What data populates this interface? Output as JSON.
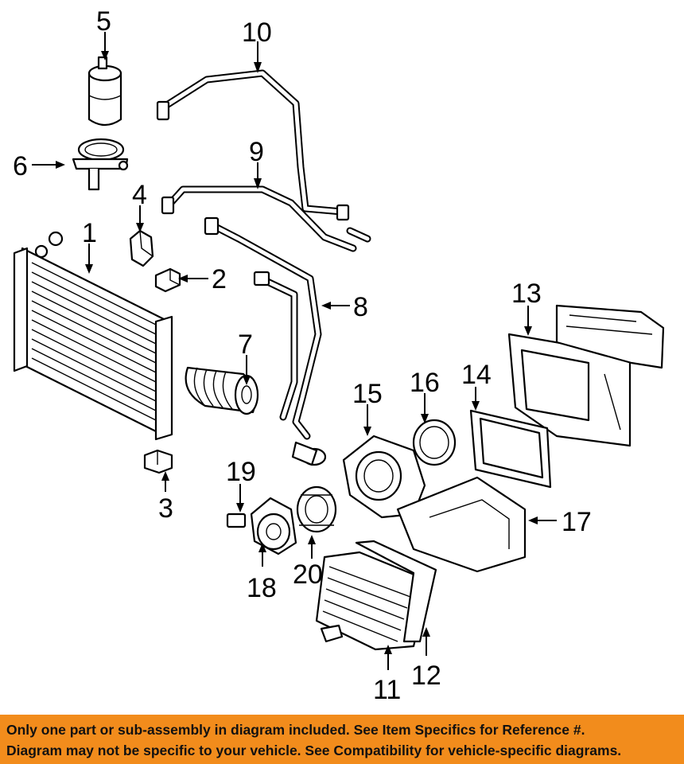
{
  "diagram": {
    "callouts": [
      "1",
      "2",
      "3",
      "4",
      "5",
      "6",
      "7",
      "8",
      "9",
      "10",
      "11",
      "12",
      "13",
      "14",
      "15",
      "16",
      "17",
      "18",
      "19",
      "20"
    ]
  },
  "disclaimer": {
    "line1": "Only one part or sub-assembly in diagram included. See Item Specifics for Reference #.",
    "line2": "Diagram may not be specific to your vehicle. See Compatibility for vehicle-specific diagrams.",
    "background_color": "#f28c1c"
  }
}
